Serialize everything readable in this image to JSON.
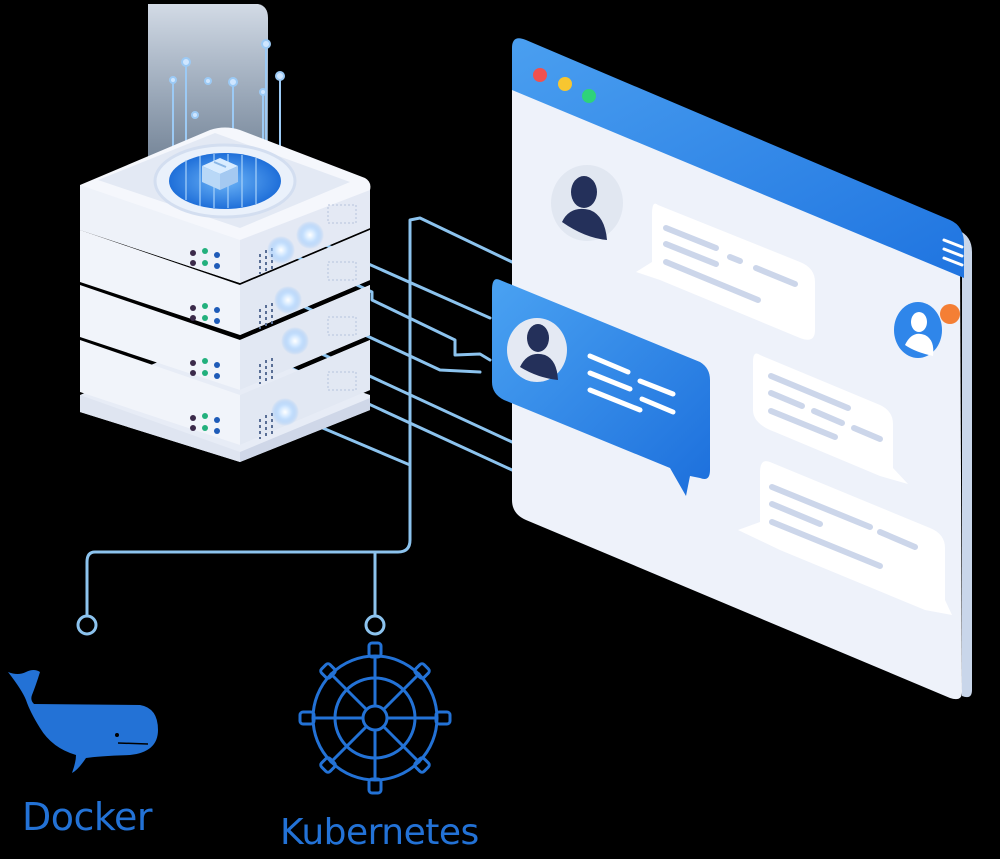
{
  "illustration": {
    "description": "Isometric server stack connected to a chat application window, with Docker and Kubernetes endpoints",
    "server": {
      "units": 4,
      "hologram_icon": "package-box-icon",
      "led_colors": [
        "#3b2a4a",
        "#22b07d",
        "#1e5bb8"
      ]
    },
    "browser_window": {
      "traffic_lights": [
        "#f0514f",
        "#f7c630",
        "#2ed37a"
      ],
      "menu_icon": "hamburger-menu-icon",
      "header_color": "#2f86ea",
      "notification_dot_color": "#f47f35",
      "messages": [
        {
          "type": "incoming",
          "lines": 3
        },
        {
          "type": "highlighted",
          "lines": 3
        },
        {
          "type": "incoming",
          "lines": 3
        },
        {
          "type": "incoming",
          "lines": 3
        }
      ]
    },
    "endpoints": [
      {
        "name": "docker",
        "label": "Docker",
        "icon": "whale-icon"
      },
      {
        "name": "kubernetes",
        "label": "Kubernetes",
        "icon": "helm-wheel-icon"
      }
    ],
    "colors": {
      "accent": "#2f86ea",
      "label": "#2372d6",
      "connector": "#8cc3ee",
      "panel": "#eef2fa",
      "dark_avatar": "#24305a"
    }
  }
}
